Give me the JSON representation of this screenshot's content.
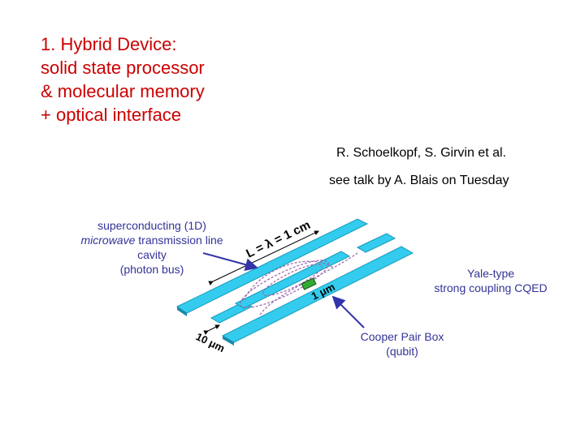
{
  "title": {
    "lines": [
      "1. Hybrid Device:",
      "solid state processor",
      "& molecular memory",
      "+ optical interface"
    ]
  },
  "credit": "R. Schoelkopf, S. Girvin et al.",
  "talk": "see talk by A. Blais on Tuesday",
  "cavity_label": {
    "line1": "superconducting (1D)",
    "line2_italic": "microwave",
    "line2_rest": " transmission line",
    "line3": "cavity",
    "line4": "(photon bus)"
  },
  "yale_label": {
    "line1": "Yale-type",
    "line2": "strong coupling CQED"
  },
  "cpb_label": {
    "line1": "Cooper Pair Box",
    "line2": "(qubit)"
  },
  "figure": {
    "length_label": "L = λ = 1 cm",
    "micron_label": "1 μm",
    "gap_label": "10 μm"
  },
  "colors": {
    "title": "#cc0000",
    "labels": "#333399",
    "stripline": "#33ccee",
    "field_lines": "#9966aa",
    "arrows": "#3333aa"
  }
}
